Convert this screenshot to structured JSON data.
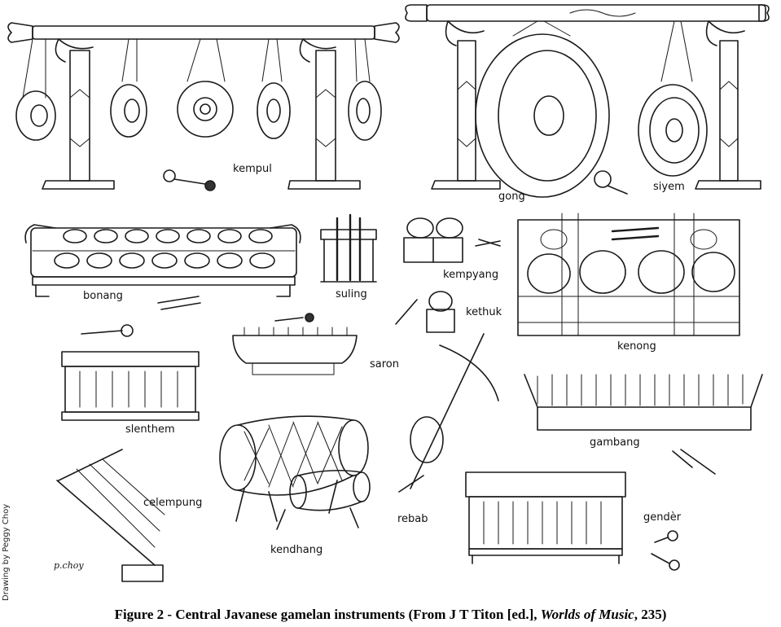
{
  "labels": {
    "kempul": "kempul",
    "gong": "gong",
    "siyem": "siyem",
    "bonang": "bonang",
    "suling": "suling",
    "kempyang": "kempyang",
    "kethuk": "kethuk",
    "kenong": "kenong",
    "saron": "saron",
    "slenthem": "slenthem",
    "gambang": "gambang",
    "rebab": "rebab",
    "celempung": "celempung",
    "kendhang": "kendhang",
    "gender": "gendèr"
  },
  "credit": "Drawing by Peggy Choy",
  "signature": "p.choy",
  "caption": {
    "main": "Figure 2 - Central Javanese gamelan instruments (From J T Titon [ed.], ",
    "work": "Worlds of Music",
    "tail": ", 235)"
  }
}
